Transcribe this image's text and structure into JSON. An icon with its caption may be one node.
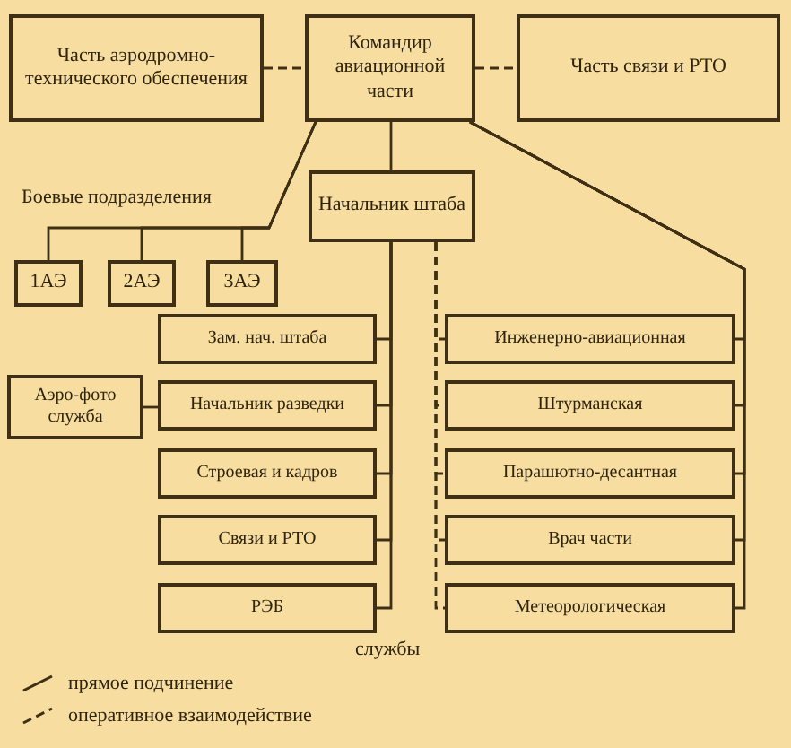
{
  "diagram": {
    "nodes": [
      {
        "text": [
          "Часть аэродромно-технического обеспечения"
        ]
      },
      {
        "text": [
          "Командир авиационной части"
        ]
      },
      {
        "text": [
          "Часть связи и РТО"
        ]
      },
      {
        "text": [
          "Начальник штаба"
        ]
      },
      {
        "text": [
          "1АЭ"
        ]
      },
      {
        "text": [
          "2АЭ"
        ]
      },
      {
        "text": [
          "3АЭ"
        ]
      },
      {
        "text": [
          "Зам. нач. штаба"
        ]
      },
      {
        "text": [
          "Аэро-фото служба"
        ]
      },
      {
        "text": [
          "Начальник разведки"
        ]
      },
      {
        "text": [
          "Строевая и кадров"
        ]
      },
      {
        "text": [
          "Связи и РТО"
        ]
      },
      {
        "text": [
          "РЭБ"
        ]
      },
      {
        "text": [
          "Инженерно-авиационная"
        ]
      },
      {
        "text": [
          "Штурманская"
        ]
      },
      {
        "text": [
          "Парашютно-десантная"
        ]
      },
      {
        "text": [
          "Врач части"
        ]
      },
      {
        "text": [
          "Метеорологическая"
        ]
      }
    ],
    "edges": [
      {
        "from": 0,
        "to": 1,
        "arrow": "none",
        "style": "dashed"
      },
      {
        "from": 1,
        "to": 2,
        "arrow": "none",
        "style": "dashed"
      },
      {
        "from": 1,
        "to": 3,
        "arrow": "none"
      },
      {
        "from": 1,
        "to": 4,
        "arrow": "none"
      },
      {
        "from": 1,
        "to": 5,
        "arrow": "none"
      },
      {
        "from": 1,
        "to": 6,
        "arrow": "none"
      },
      {
        "from": 1,
        "to": 13,
        "arrow": "none"
      },
      {
        "from": 1,
        "to": 14,
        "arrow": "none"
      },
      {
        "from": 1,
        "to": 15,
        "arrow": "none"
      },
      {
        "from": 1,
        "to": 16,
        "arrow": "none"
      },
      {
        "from": 1,
        "to": 17,
        "arrow": "none"
      },
      {
        "from": 3,
        "to": 7,
        "arrow": "none"
      },
      {
        "from": 3,
        "to": 9,
        "arrow": "none"
      },
      {
        "from": 3,
        "to": 10,
        "arrow": "none"
      },
      {
        "from": 3,
        "to": 11,
        "arrow": "none"
      },
      {
        "from": 3,
        "to": 12,
        "arrow": "none"
      },
      {
        "from": 3,
        "to": 13,
        "arrow": "none",
        "style": "dashed"
      },
      {
        "from": 3,
        "to": 14,
        "arrow": "none",
        "style": "dashed"
      },
      {
        "from": 3,
        "to": 15,
        "arrow": "none",
        "style": "dashed"
      },
      {
        "from": 3,
        "to": 16,
        "arrow": "none",
        "style": "dashed"
      },
      {
        "from": 3,
        "to": 17,
        "arrow": "none",
        "style": "dashed"
      },
      {
        "from": 8,
        "to": 9,
        "arrow": "none"
      }
    ],
    "labels": [
      "Боевые подразделения",
      "службы"
    ],
    "legend": [
      {
        "text": "прямое подчинение"
      },
      {
        "text": "оперативное взаимодействие"
      }
    ]
  }
}
